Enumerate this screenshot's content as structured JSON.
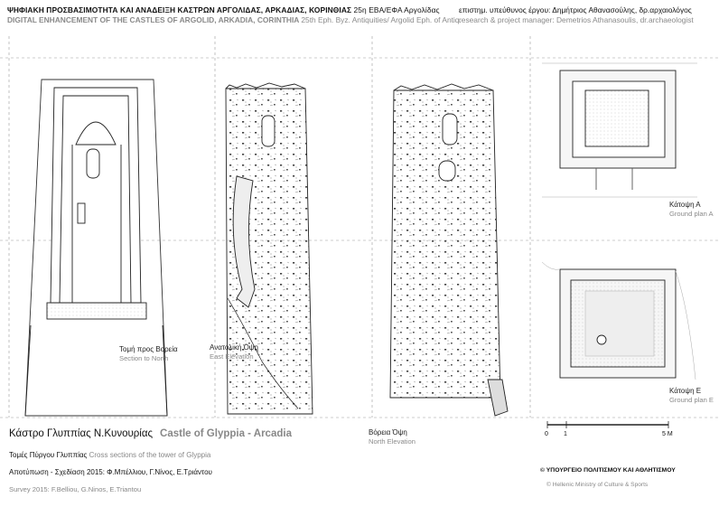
{
  "header": {
    "title_gr_bold": "ΨΗΦΙΑΚΗ ΠΡΟΣΒΑΣΙΜΟΤΗΤΑ ΚΑΙ ΑΝΑΔΕΙΞΗ ΚΑΣΤΡΩΝ ΑΡΓΟΛΙΔΑΣ, ΑΡΚΑΔΙΑΣ, ΚΟΡΙΝΘΙΑΣ",
    "title_gr_light": "25η ΕΒΑ/ΕΦΑ Αργολίδας",
    "title_en_bold": "DIGITAL ENHANCEMENT OF THE CASTLES OF ARGOLID, ARKADIA, CORINTHIA",
    "title_en_light": "25th Eph. Byz. Antiquities/ Argolid Eph. of Antiq.",
    "manager_gr": "επιστημ. υπεύθυνος έργου: Δημήτριος Αθανασούλης, δρ.αρχαιολόγος",
    "manager_en": "research & project manager: Demetrios Athanasoulis, dr.archaeologist"
  },
  "drawings": {
    "section_north": {
      "label_gr": "Τομή προς Βορεία",
      "label_en": "Section to North"
    },
    "east_elevation": {
      "label_gr": "Ανατολική Όψη",
      "label_en": "East Elevation"
    },
    "north_elevation": {
      "label_gr": "Βόρεια Όψη",
      "label_en": "North Elevation"
    },
    "plan_a": {
      "label_gr": "Κάτοψη Α",
      "label_en": "Ground plan A"
    },
    "plan_e": {
      "label_gr": "Κάτοψη Ε",
      "label_en": "Ground plan E"
    }
  },
  "footer": {
    "title_gr": "Κάστρο Γλυππίας Ν.Κυνουρίας",
    "title_en": "Castle of Glyppia - Arcadia",
    "subtitle_gr": "Τομές Πύργου Γλυππίας",
    "subtitle_en": "Cross sections of the tower of Glyppia",
    "survey_gr": "Αποτύπωση - Σχεδίαση 2015: Φ.Μπέλλιου, Γ.Νίνος, Ε.Τριάντου",
    "survey_en": "Survey 2015: F.Belliou, G.Ninos, E.Triantou",
    "ministry_gr": "© ΥΠΟΥΡΓΕΙΟ ΠΟΛΙΤΙΣΜΟΥ ΚΑΙ ΑΘΛΗΤΙΣΜΟΥ",
    "ministry_en": "© Hellenic Ministry of Culture & Sports"
  },
  "scale": {
    "tick_0": "0",
    "tick_1": "1",
    "tick_5": "5 M"
  },
  "colors": {
    "line": "#222222",
    "grid": "#9a9a9a",
    "hatch": "#d9d9d9"
  }
}
